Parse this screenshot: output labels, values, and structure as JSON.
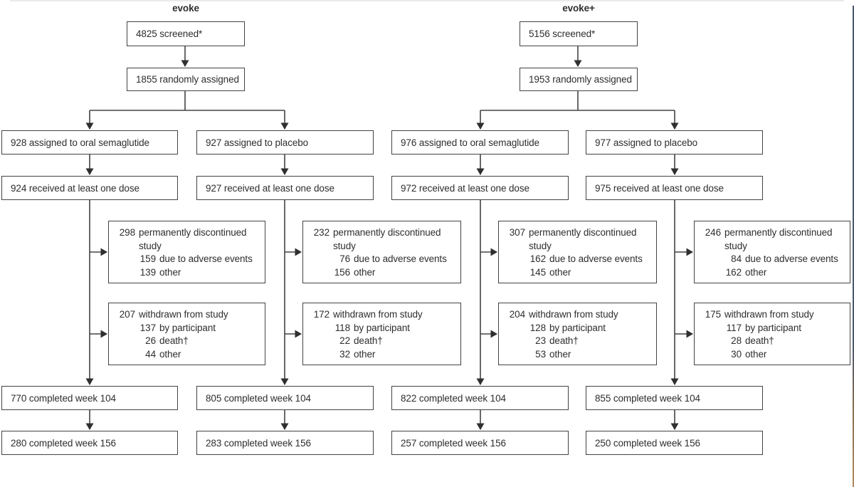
{
  "colors": {
    "box_border": "#434343",
    "text": "#2e2e2e",
    "arrow": "#2f2f2f",
    "background": "#ffffff",
    "frame_top": "#eaeaea",
    "frame_right_navy": "#4a566f",
    "frame_right_tan": "#b08a5c"
  },
  "trials": [
    {
      "title": "evoke",
      "screened": "4825 screened*",
      "randomized": "1855 randomly assigned"
    },
    {
      "title": "evoke+",
      "screened": "5156 screened*",
      "randomized": "1953 randomly assigned"
    }
  ],
  "arms": [
    {
      "assigned": "928 assigned to oral semaglutide",
      "received": "924 received at least one dose",
      "discontinued": {
        "num": "298",
        "label": "permanently discontinued study",
        "items": [
          {
            "num": "159",
            "label": "due to adverse events"
          },
          {
            "num": "139",
            "label": "other"
          }
        ]
      },
      "withdrawn": {
        "num": "207",
        "label": "withdrawn from study",
        "items": [
          {
            "num": "137",
            "label": "by participant"
          },
          {
            "num": "26",
            "label": "death†"
          },
          {
            "num": "44",
            "label": "other"
          }
        ]
      },
      "week104": "770 completed week 104",
      "week156": "280 completed week 156"
    },
    {
      "assigned": "927 assigned to placebo",
      "received": "927 received at least one dose",
      "discontinued": {
        "num": "232",
        "label": "permanently discontinued study",
        "items": [
          {
            "num": "76",
            "label": "due to adverse events"
          },
          {
            "num": "156",
            "label": "other"
          }
        ]
      },
      "withdrawn": {
        "num": "172",
        "label": "withdrawn from study",
        "items": [
          {
            "num": "118",
            "label": "by participant"
          },
          {
            "num": "22",
            "label": "death†"
          },
          {
            "num": "32",
            "label": "other"
          }
        ]
      },
      "week104": "805 completed week 104",
      "week156": "283 completed week 156"
    },
    {
      "assigned": "976 assigned to oral semaglutide",
      "received": "972 received at least one dose",
      "discontinued": {
        "num": "307",
        "label": "permanently discontinued study",
        "items": [
          {
            "num": "162",
            "label": "due to adverse events"
          },
          {
            "num": "145",
            "label": "other"
          }
        ]
      },
      "withdrawn": {
        "num": "204",
        "label": "withdrawn from study",
        "items": [
          {
            "num": "128",
            "label": "by participant"
          },
          {
            "num": "23",
            "label": "death†"
          },
          {
            "num": "53",
            "label": "other"
          }
        ]
      },
      "week104": "822 completed week 104",
      "week156": "257 completed week 156"
    },
    {
      "assigned": "977 assigned to placebo",
      "received": "975 received at least one dose",
      "discontinued": {
        "num": "246",
        "label": "permanently discontinued study",
        "items": [
          {
            "num": "84",
            "label": "due to adverse events"
          },
          {
            "num": "162",
            "label": "other"
          }
        ]
      },
      "withdrawn": {
        "num": "175",
        "label": "withdrawn from study",
        "items": [
          {
            "num": "117",
            "label": "by participant"
          },
          {
            "num": "28",
            "label": "death†"
          },
          {
            "num": "30",
            "label": "other"
          }
        ]
      },
      "week104": "855 completed week 104",
      "week156": "250 completed week 156"
    }
  ]
}
